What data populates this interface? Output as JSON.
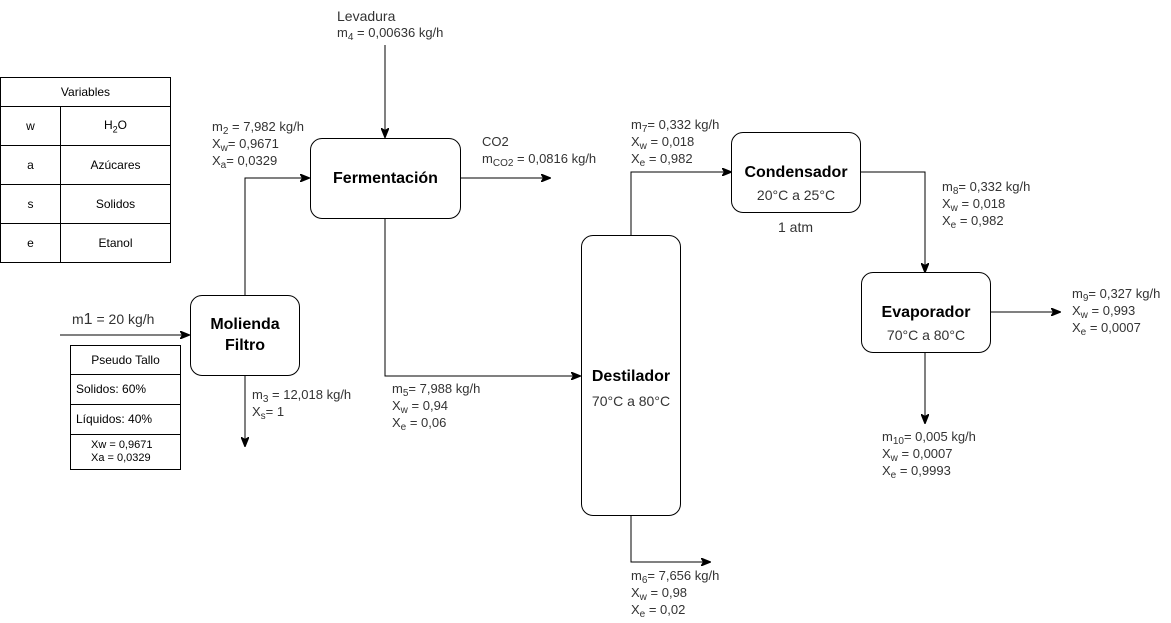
{
  "colors": {
    "line": "#000000",
    "text": "#333333"
  },
  "variables_table": {
    "title": "Variables",
    "rows": [
      {
        "sym": "w",
        "main": "H",
        "sub": "2",
        "tail": "O"
      },
      {
        "sym": "a",
        "main": "Azúcares",
        "sub": "",
        "tail": ""
      },
      {
        "sym": "s",
        "main": "Solidos",
        "sub": "",
        "tail": ""
      },
      {
        "sym": "e",
        "main": "Etanol",
        "sub": "",
        "tail": ""
      }
    ]
  },
  "pseudo_tallo": {
    "title": "Pseudo Tallo",
    "solidos": "Solidos: 60%",
    "liquidos": "Líquidos: 40%",
    "xw": "Xw = 0,9671",
    "xa": "Xa = 0,0329"
  },
  "units": {
    "molienda": {
      "line1": "Molienda",
      "line2": "Filtro"
    },
    "fermentacion": {
      "title": "Fermentación"
    },
    "destilador": {
      "title": "Destilador",
      "temp": "70°C a 80°C"
    },
    "condensador": {
      "title": "Condensador",
      "temp": "20°C a 25°C",
      "pressure": "1 atm"
    },
    "evaporador": {
      "title": "Evaporador",
      "temp": "70°C a 80°C"
    }
  },
  "streams": {
    "m1": {
      "m": "m",
      "idx": "1",
      "val": " = 20 kg/h"
    },
    "m2": {
      "m": "m",
      "idx": "2",
      "val": " = 7,982 kg/h",
      "l2a": "X",
      "l2s": "w",
      "l2b": "= 0,9671",
      "l3a": "X",
      "l3s": "a",
      "l3b": "= 0,0329"
    },
    "m3": {
      "m": "m",
      "idx": "3",
      "val": " = 12,018 kg/h",
      "l2a": "X",
      "l2s": "s",
      "l2b": "= 1"
    },
    "levadura": "Levadura",
    "m4": {
      "m": "m",
      "idx": "4",
      "val": " = 0,00636 kg/h"
    },
    "co2": {
      "name": "CO2",
      "m": "m",
      "idx": "CO2",
      "val": " = 0,0816 kg/h"
    },
    "m5": {
      "m": "m",
      "idx": "5",
      "val": "= 7,988 kg/h",
      "l2a": "X",
      "l2s": "w",
      "l2b": " = 0,94",
      "l3a": "X",
      "l3s": "e",
      "l3b": " = 0,06"
    },
    "m6": {
      "m": "m",
      "idx": "6",
      "val": "= 7,656 kg/h",
      "l2a": "X",
      "l2s": "w",
      "l2b": " = 0,98",
      "l3a": "X",
      "l3s": "e",
      "l3b": " = 0,02"
    },
    "m7": {
      "m": "m",
      "idx": "7",
      "val": "= 0,332 kg/h",
      "l2a": "X",
      "l2s": "w",
      "l2b": " = 0,018",
      "l3a": "X",
      "l3s": "e",
      "l3b": " = 0,982"
    },
    "m8": {
      "m": "m",
      "idx": "8",
      "val": "= 0,332 kg/h",
      "l2a": "X",
      "l2s": "w",
      "l2b": " = 0,018",
      "l3a": "X",
      "l3s": "e",
      "l3b": " = 0,982"
    },
    "m9": {
      "m": "m",
      "idx": "9",
      "val": "= 0,327 kg/h",
      "l2a": "X",
      "l2s": "w",
      "l2b": " = 0,993",
      "l3a": "X",
      "l3s": "e",
      "l3b": " = 0,0007"
    },
    "m10": {
      "m": "m",
      "idx": "10",
      "val": "= 0,005 kg/h",
      "l2a": "X",
      "l2s": "w",
      "l2b": " = 0,0007",
      "l3a": "X",
      "l3s": "e",
      "l3b": " = 0,9993"
    }
  }
}
